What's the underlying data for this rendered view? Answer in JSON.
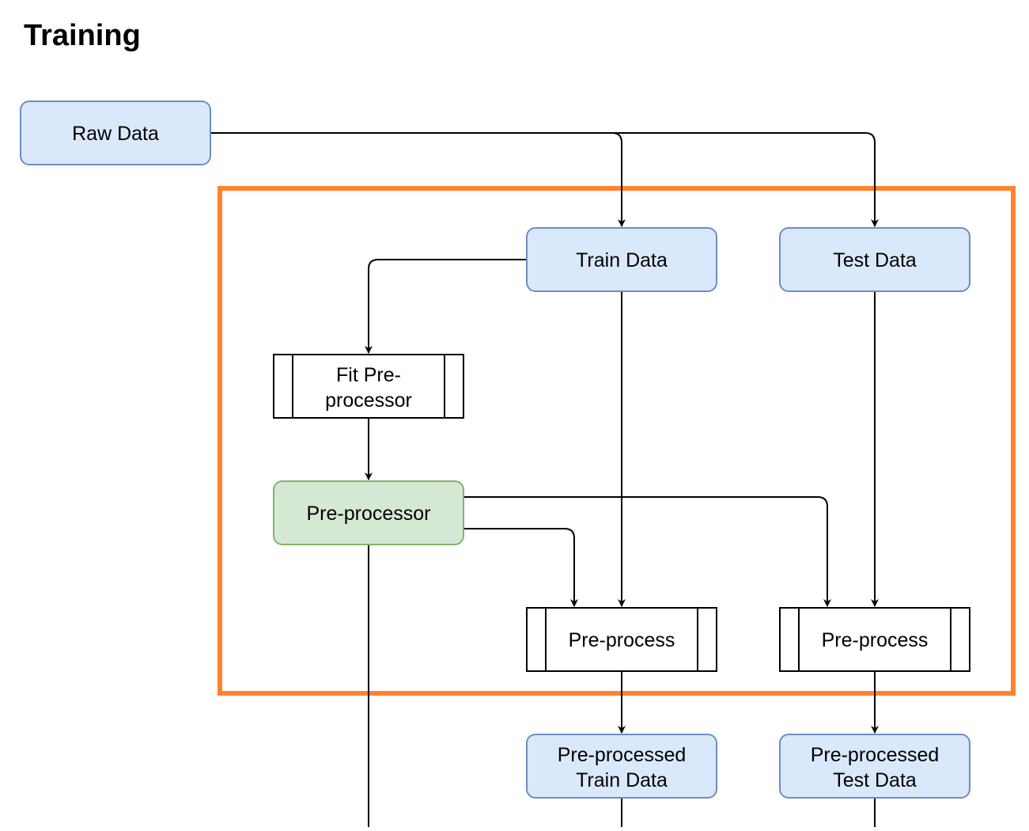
{
  "title": "Training",
  "corner_mark": "`",
  "colors": {
    "blue_fill": "#dae8fc",
    "blue_stroke": "#6c8ebf",
    "green_fill": "#d5e8d4",
    "green_stroke": "#82b366",
    "highlight_frame": "#ff832b",
    "edge": "#000000"
  },
  "nodes": {
    "raw_data": {
      "label": "Raw Data"
    },
    "train_data": {
      "label": "Train Data"
    },
    "test_data": {
      "label": "Test Data"
    },
    "fit_preprocessor": {
      "line1": "Fit Pre-",
      "line2": "processor"
    },
    "preprocessor": {
      "label": "Pre-processor"
    },
    "preprocess_train": {
      "label": "Pre-process"
    },
    "preprocess_test": {
      "label": "Pre-process"
    },
    "preprocessed_train": {
      "line1": "Pre-processed",
      "line2": "Train Data"
    },
    "preprocessed_test": {
      "line1": "Pre-processed",
      "line2": "Test Data"
    }
  }
}
